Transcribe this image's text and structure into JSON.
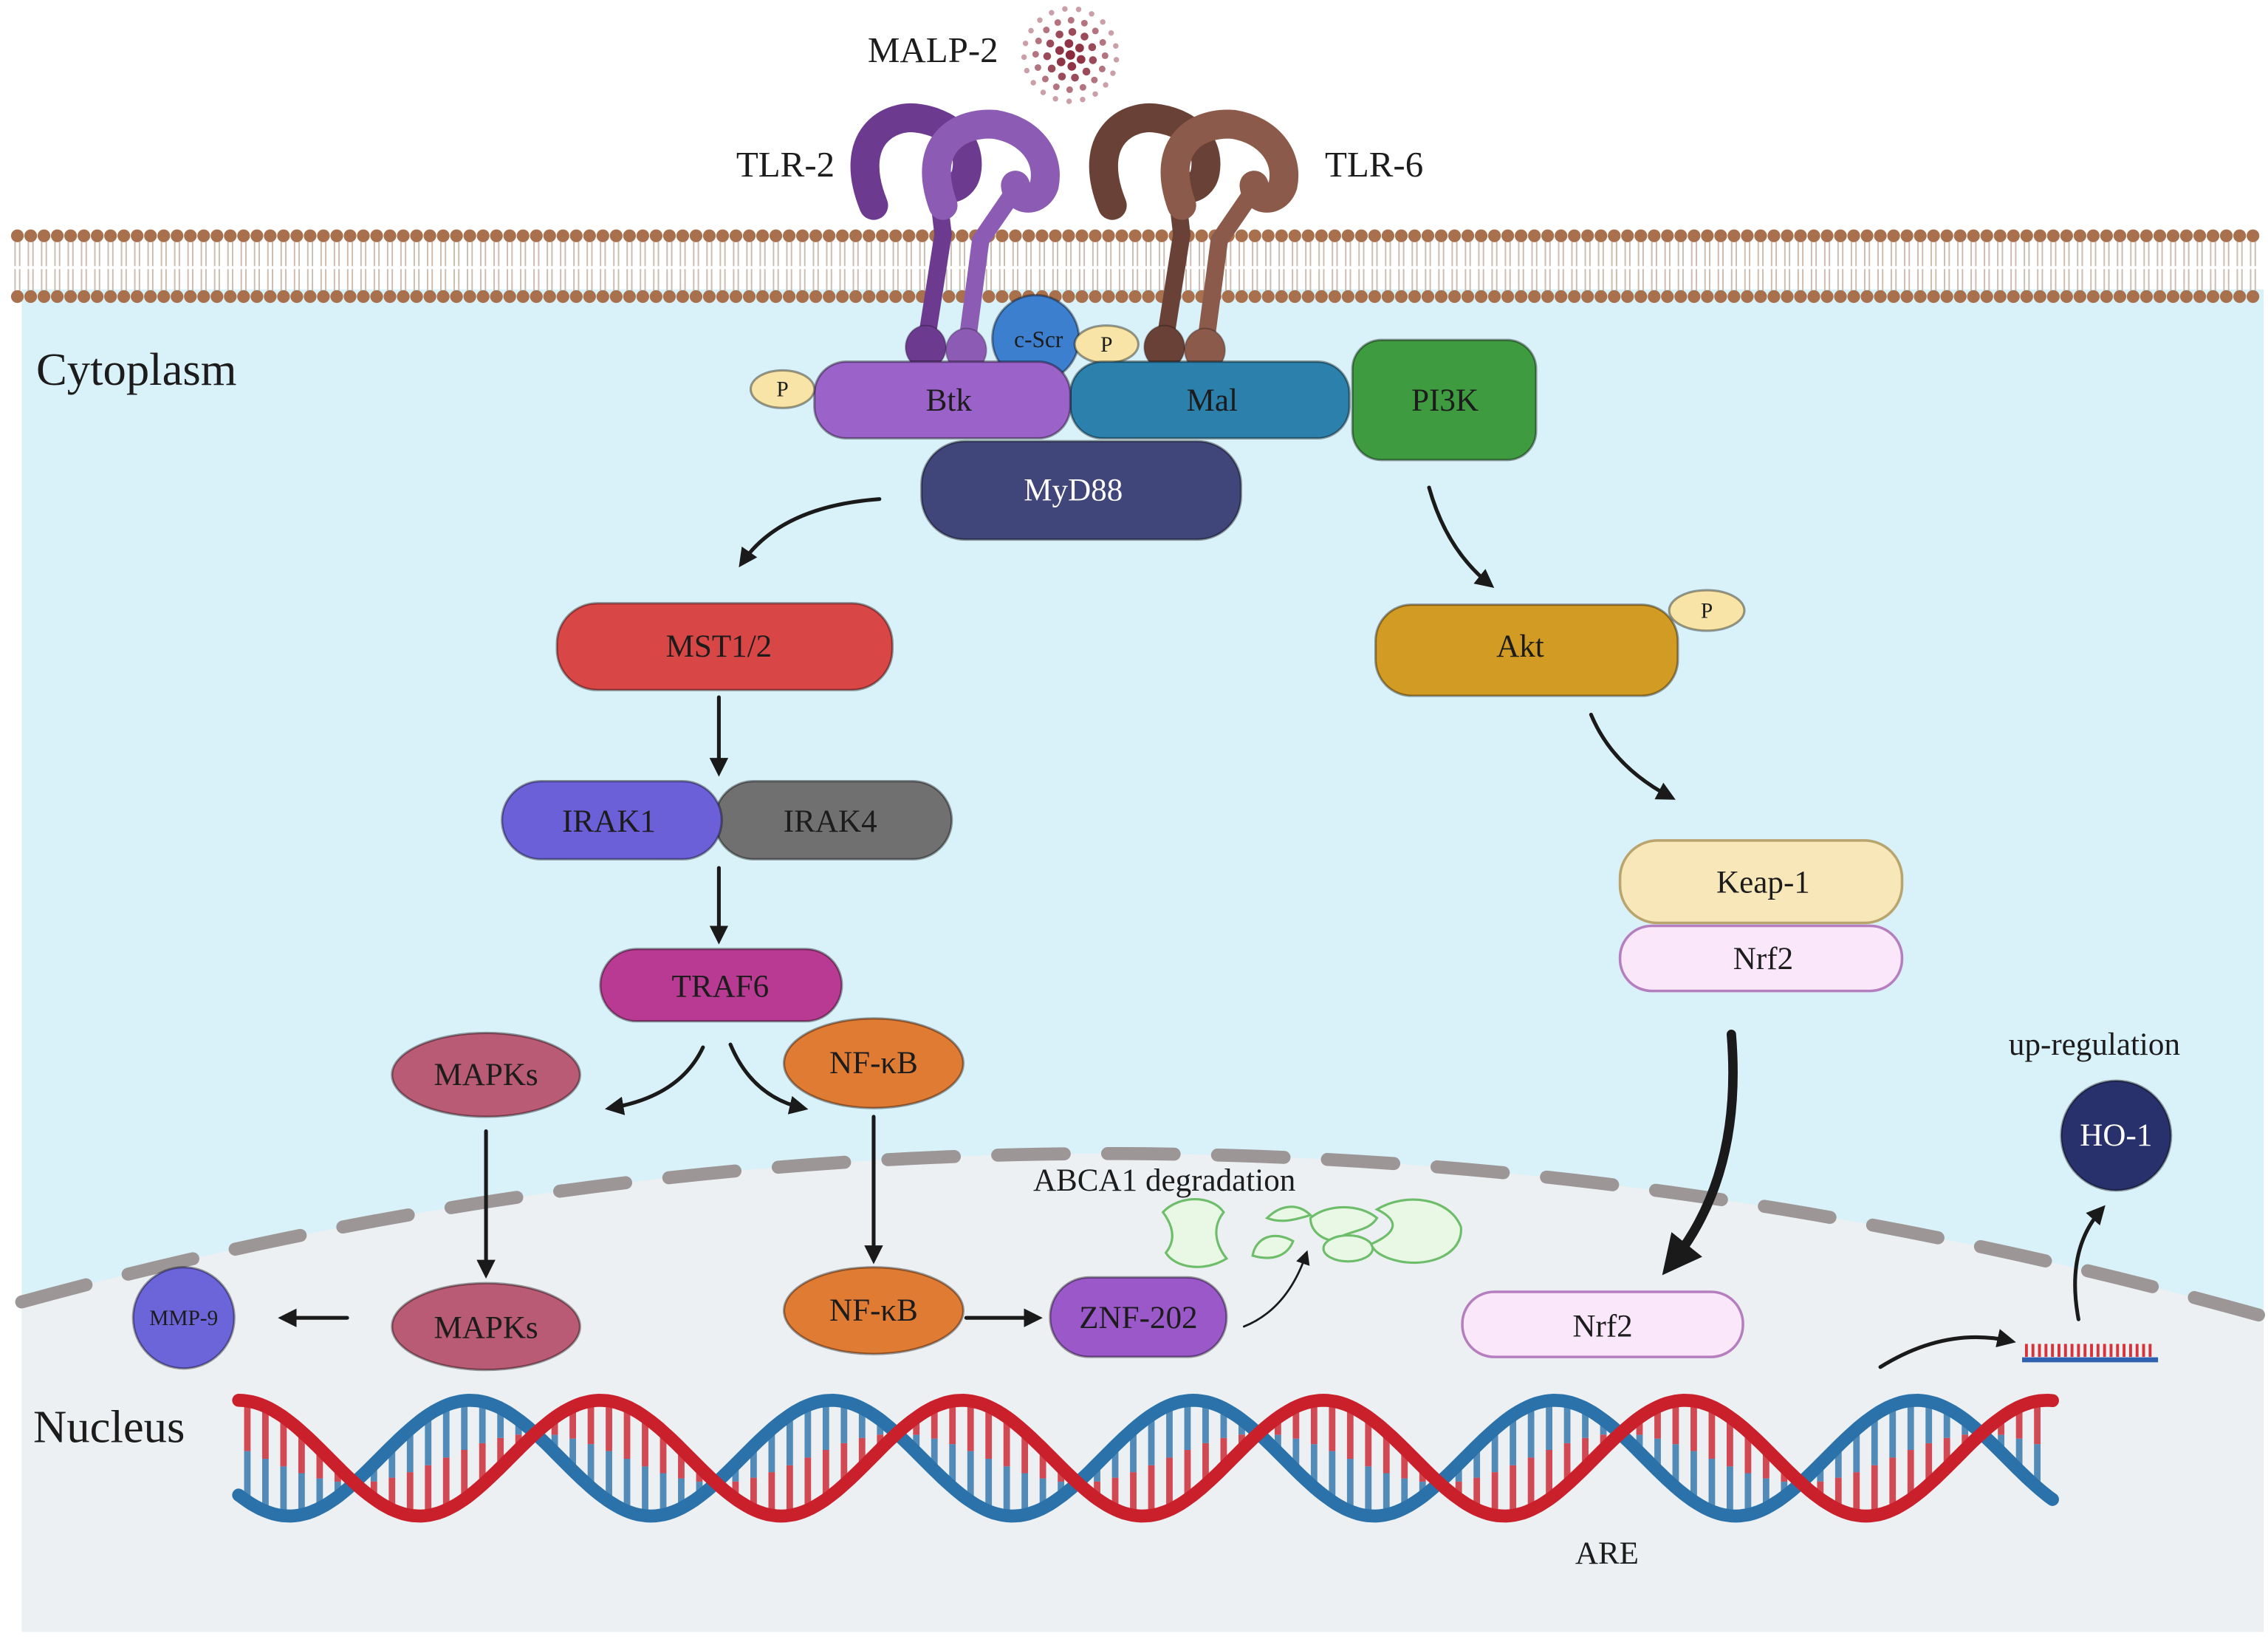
{
  "ligand": {
    "label": "MALP-2"
  },
  "receptors": {
    "tlr2": "TLR-2",
    "tlr6": "TLR-6"
  },
  "compartments": {
    "cytoplasm": "Cytoplasm",
    "nucleus": "Nucleus"
  },
  "nodes": {
    "c_scr": "c-Scr",
    "btk": "Btk",
    "mal": "Mal",
    "pi3k": "PI3K",
    "myd88": "MyD88",
    "mst12": "MST1/2",
    "irak1": "IRAK1",
    "irak4": "IRAK4",
    "traf6": "TRAF6",
    "mapks_cytoplasm": "MAPKs",
    "nfkb_cytoplasm": "NF-κB",
    "mapks_nucleus": "MAPKs",
    "nfkb_nucleus": "NF-κB",
    "mmp9": "MMP-9",
    "znf202": "ZNF-202",
    "akt": "Akt",
    "keap1": "Keap-1",
    "nrf2_cytoplasm": "Nrf2",
    "nrf2_nucleus": "Nrf2",
    "ho1": "HO-1"
  },
  "phosphorylation": {
    "btk": "P",
    "mal": "P",
    "akt": "P"
  },
  "annotations": {
    "abca1": "ABCA1 degradation",
    "upregulation": "up-regulation",
    "are": "ARE"
  },
  "colors": {
    "cytoplasm": "#d9f1f8",
    "nucleus": "#edf0f3",
    "nuclear_envelope": "#9c9696",
    "lipid_head": "#a8704d",
    "lipid_tail": "#cdbcb0",
    "ligand": "#8a2a3c",
    "tlr2_dark": "#6c3b90",
    "tlr2_light": "#8c5cb5",
    "tlr6_dark": "#6a4136",
    "tlr6_light": "#8b5a4b",
    "c_scr": "#3d7fcf",
    "phospho": "#f7e4a6",
    "btk": "#9b62c9",
    "mal": "#2b80ac",
    "pi3k": "#3e9b40",
    "myd88": "#40457a",
    "mst12": "#d94646",
    "irak1": "#6b60d8",
    "irak4": "#707070",
    "traf6": "#b83a92",
    "mapks": "#b95b74",
    "nfkb": "#e07b34",
    "mmp9": "#6c64d9",
    "znf202": "#9a58c9",
    "akt": "#d29b23",
    "keap1": "#f7e7b9",
    "nrf2": "#fbe7fa",
    "ho1": "#28316b",
    "abca1_fragment": "#e9f8e4",
    "dna_red": "#c9202b",
    "dna_blue": "#2a72a9",
    "mrna_red": "#d7333b",
    "mrna_blue": "#2e62b0"
  }
}
